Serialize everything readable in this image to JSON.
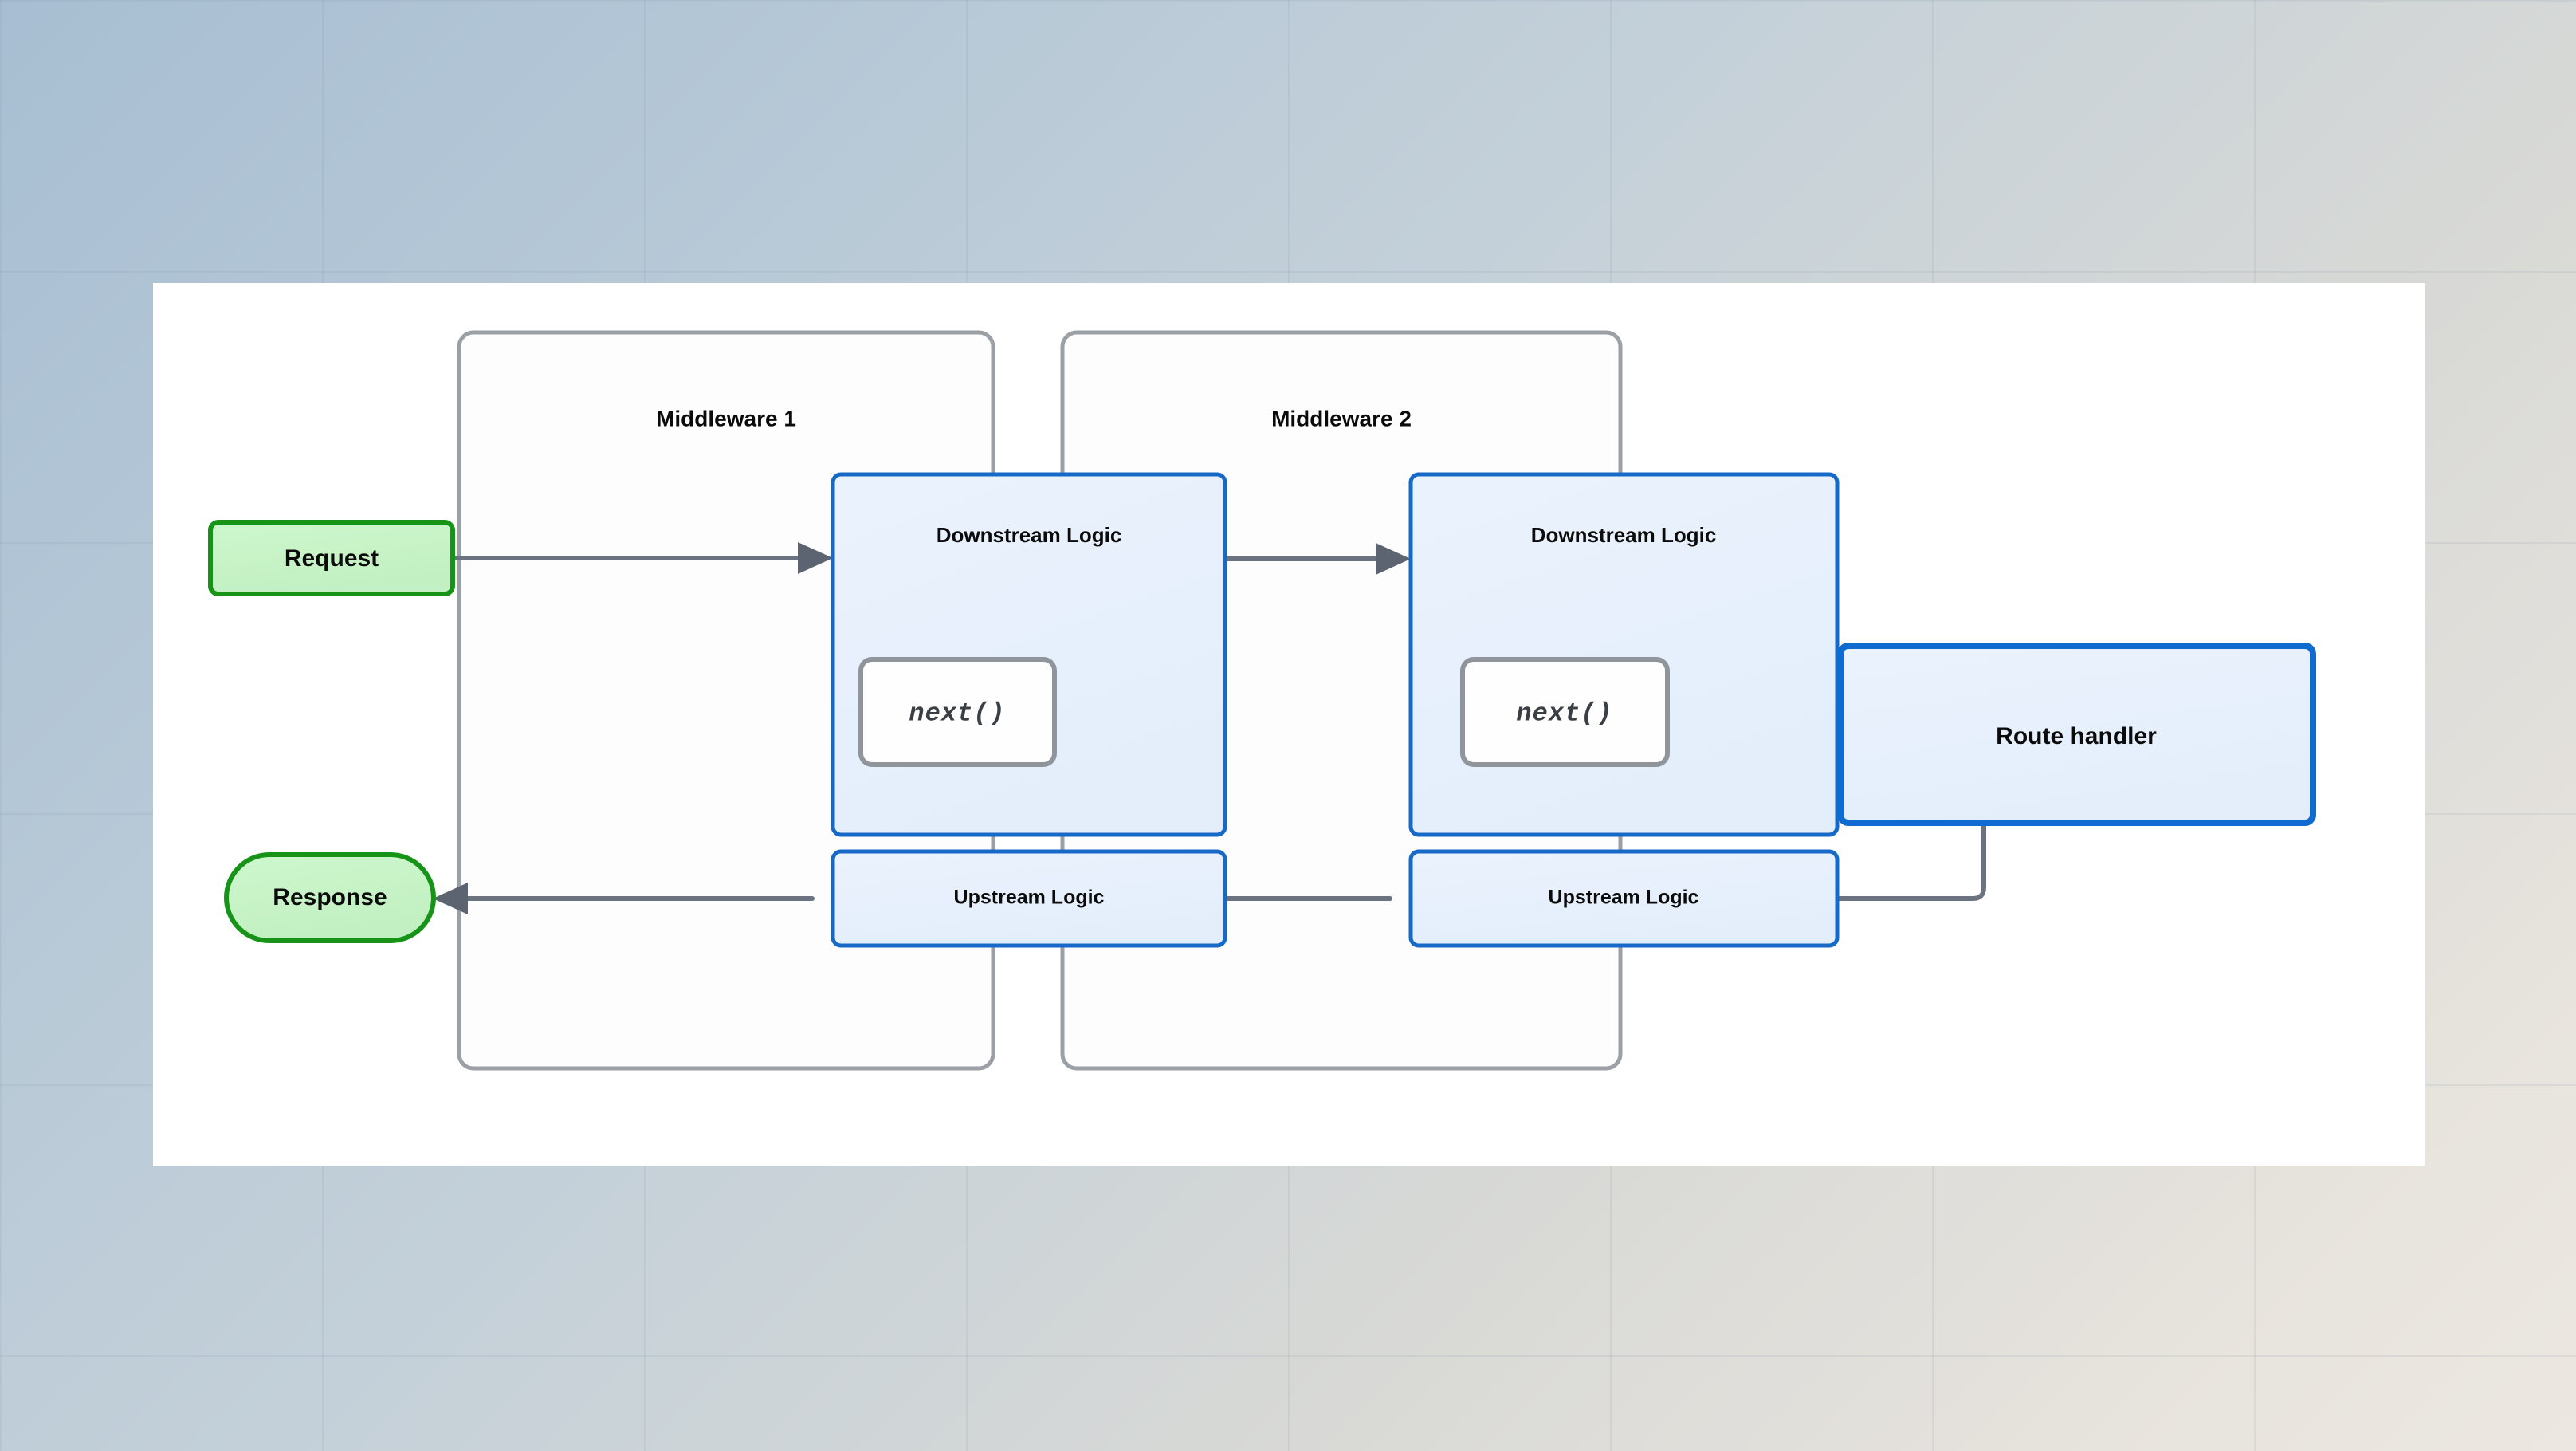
{
  "canvas": {
    "background_outer_start": "#a7bed2",
    "background_outer_end": "#ece7e1",
    "background_inner": "#ffffff"
  },
  "palette": {
    "green_fill": "#c8f5c8",
    "green_stroke": "#179417",
    "blue_fill": "#e8f1fc",
    "blue_stroke": "#1769c8",
    "blue_stroke_thick": "#0f6bd0",
    "cluster_stroke": "#9aa0a6",
    "cluster_fill": "#fdfdfd",
    "next_fill": "#fefefe",
    "next_stroke": "#8f959b",
    "edge_stroke": "#6b7280",
    "arrow_fill": "#5b6470",
    "label_text": "#0b0b0b",
    "mono_text": "#3a3f45"
  },
  "diagram": {
    "type": "flowchart",
    "title_present": false,
    "clusters": [
      {
        "id": "mw1",
        "label": "Middleware 1"
      },
      {
        "id": "mw2",
        "label": "Middleware 2"
      }
    ],
    "nodes": [
      {
        "id": "request",
        "label": "Request",
        "shape": "rounded-rect",
        "style": "green"
      },
      {
        "id": "response",
        "label": "Response",
        "shape": "stadium",
        "style": "green"
      },
      {
        "id": "down1",
        "label": "Downstream Logic",
        "shape": "rect",
        "style": "blue",
        "cluster": "mw1"
      },
      {
        "id": "next1",
        "label": "next()",
        "shape": "rounded-rect",
        "style": "code",
        "cluster": "mw1"
      },
      {
        "id": "up1",
        "label": "Upstream Logic",
        "shape": "rect",
        "style": "blue",
        "cluster": "mw1"
      },
      {
        "id": "down2",
        "label": "Downstream Logic",
        "shape": "rect",
        "style": "blue",
        "cluster": "mw2"
      },
      {
        "id": "next2",
        "label": "next()",
        "shape": "rounded-rect",
        "style": "code",
        "cluster": "mw2"
      },
      {
        "id": "up2",
        "label": "Upstream Logic",
        "shape": "rect",
        "style": "blue",
        "cluster": "mw2"
      },
      {
        "id": "routehandler",
        "label": "Route handler",
        "shape": "rect",
        "style": "blue-thick"
      }
    ],
    "edges": [
      {
        "from": "request",
        "to": "down1",
        "label": "",
        "direction": "right"
      },
      {
        "from": "next1",
        "to": "down2",
        "label": "",
        "direction": "right"
      },
      {
        "from": "next2",
        "to": "routehandler",
        "label": "",
        "direction": "right"
      },
      {
        "from": "routehandler",
        "to": "up2",
        "label": "",
        "direction": "left"
      },
      {
        "from": "up2",
        "to": "up1",
        "label": "",
        "direction": "left"
      },
      {
        "from": "up1",
        "to": "response",
        "label": "",
        "direction": "left"
      }
    ]
  },
  "labels": {
    "request": "Request",
    "response": "Response",
    "middleware_1": "Middleware 1",
    "middleware_2": "Middleware 2",
    "downstream_logic_1": "Downstream Logic",
    "downstream_logic_2": "Downstream Logic",
    "upstream_logic_1": "Upstream Logic",
    "upstream_logic_2": "Upstream Logic",
    "next_1": "next()",
    "next_2": "next()",
    "route_handler": "Route handler"
  }
}
